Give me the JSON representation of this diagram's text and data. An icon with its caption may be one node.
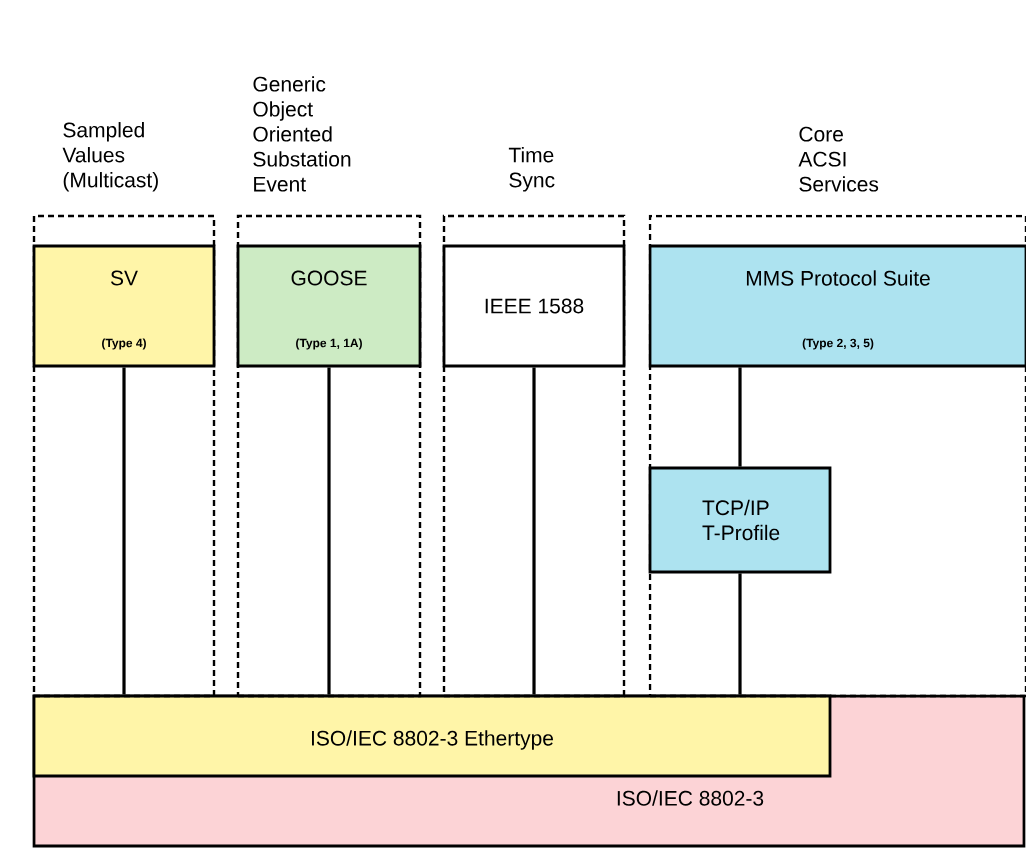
{
  "diagram": {
    "nodes": [
      {
        "text": [
          "Sampled Values (Multicast)"
        ]
      },
      {
        "text": [
          "SV",
          "(Type 4)"
        ],
        "in": 0
      },
      {
        "text": [
          "Generic Object Oriented Substation Event"
        ]
      },
      {
        "text": [
          "GOOSE",
          "(Type 1, 1A)"
        ],
        "in": 2
      },
      {
        "text": [
          "Time Sync"
        ]
      },
      {
        "text": [
          "IEEE 1588"
        ],
        "in": 4
      },
      {
        "text": [
          "Core ACSI Services"
        ]
      },
      {
        "text": [
          "MMS Protocol Suite",
          "(Type 2, 3, 5)"
        ],
        "in": 6
      },
      {
        "text": [
          "TCP/IP T-Profile"
        ],
        "in": 6
      },
      {
        "text": [
          "ISO/IEC 8802-3"
        ]
      },
      {
        "text": [
          "ISO/IEC 8802-3 Ethertype"
        ],
        "in": 9
      }
    ],
    "edges": [
      {
        "from": 1,
        "to": 10,
        "arrow": "none"
      },
      {
        "from": 3,
        "to": 10,
        "arrow": "none"
      },
      {
        "from": 5,
        "to": 10,
        "arrow": "none"
      },
      {
        "from": 7,
        "to": 8,
        "arrow": "none"
      },
      {
        "from": 8,
        "to": 10,
        "arrow": "none"
      }
    ]
  }
}
